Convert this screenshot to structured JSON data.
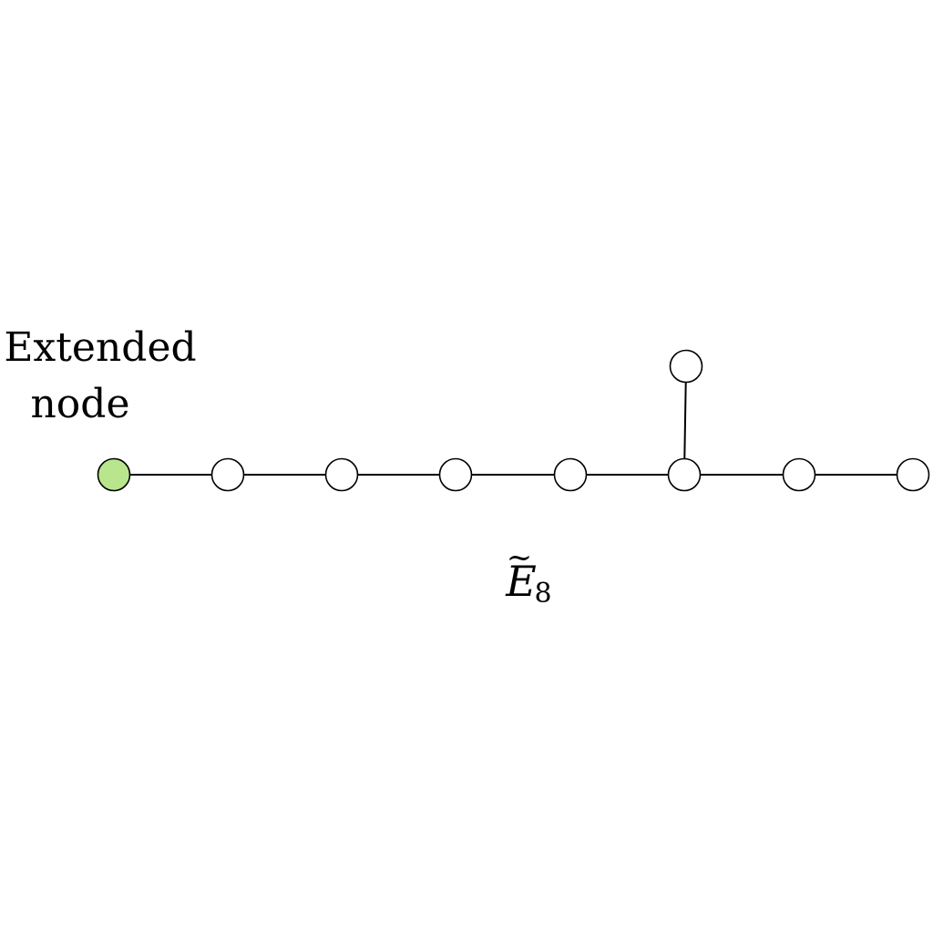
{
  "diagram": {
    "annotation": {
      "line1": "Extended",
      "line2": "node"
    },
    "caption": {
      "letter": "E",
      "accent": "~",
      "subscript": "8"
    },
    "colors": {
      "highlight": "#b9e68c",
      "default_fill": "#ffffff",
      "stroke": "#000000"
    },
    "nodes": [
      {
        "id": "n0",
        "role": "extended"
      },
      {
        "id": "n1",
        "role": "chain"
      },
      {
        "id": "n2",
        "role": "chain"
      },
      {
        "id": "n3",
        "role": "chain"
      },
      {
        "id": "n4",
        "role": "chain"
      },
      {
        "id": "n5",
        "role": "branch-point"
      },
      {
        "id": "n6",
        "role": "chain"
      },
      {
        "id": "n7",
        "role": "chain"
      },
      {
        "id": "n8",
        "role": "branch"
      }
    ],
    "edges": [
      [
        "n0",
        "n1"
      ],
      [
        "n1",
        "n2"
      ],
      [
        "n2",
        "n3"
      ],
      [
        "n3",
        "n4"
      ],
      [
        "n4",
        "n5"
      ],
      [
        "n5",
        "n6"
      ],
      [
        "n6",
        "n7"
      ],
      [
        "n5",
        "n8"
      ]
    ]
  }
}
